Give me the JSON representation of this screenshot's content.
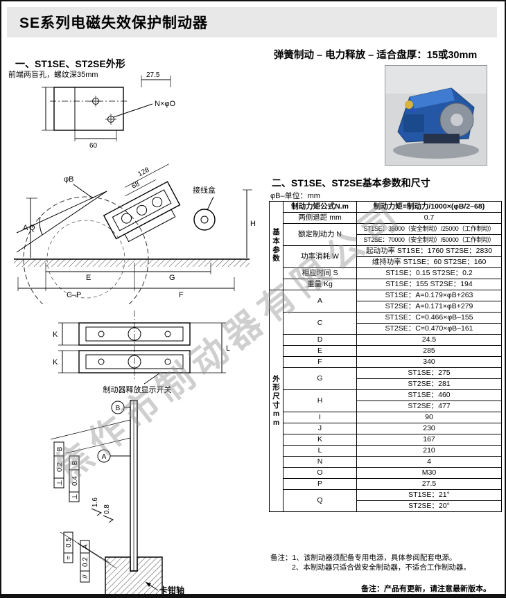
{
  "page": {
    "title": "SE系列电磁失效保护制动器",
    "watermark": "焦作市制动器有限公司"
  },
  "left": {
    "section_title": "一、ST1SE、ST2SE外形",
    "drawing1": {
      "note": "前端两盲孔，螺纹深35mm",
      "dim_27_5": "27.5",
      "holes_label": "N×φO",
      "dim_60": "60"
    },
    "drawing2": {
      "phi_b": "φB",
      "angle_q": "Q",
      "dim_128": "128",
      "dim_68": "68",
      "junction_box": "接线盒",
      "dim_a": "A",
      "dim_h": "H",
      "dim_e": "E",
      "dim_g": "G",
      "dim_cp": "C–P",
      "dim_f": "F"
    },
    "drawing3": {
      "dim_k": "K",
      "dim_l": "L",
      "switch_label": "制动器释放显示开关"
    },
    "drawing4": {
      "datum_b": "B",
      "datum_a": "A",
      "tol1_sym": "⊥",
      "tol1_val": "0.2",
      "tol1_ref": "B",
      "tol2_sym": "⊥",
      "tol2_val": "0.4",
      "tol2_ref": "B",
      "finish1": "1.6",
      "finish2": "0.8",
      "tol3_sym": "=",
      "tol3_val": "0.5",
      "tol4_sym": "//",
      "tol4_val": "0.2",
      "tol4_ref": "A",
      "shaft_label": "卡钳轴"
    }
  },
  "right": {
    "headline": "弹簧制动 – 电力释放 – 适合盘厚：15或30mm",
    "section_title": "二、ST1SE、ST2SE基本参数和尺寸",
    "unit_note": "φB–单位：mm",
    "table": {
      "groups": [
        {
          "header": "基本参数",
          "rows": [
            {
              "label": "制动力矩公式N.m",
              "values": [
                "制动力矩=制动力/1000×(φB/2–68)"
              ]
            },
            {
              "label": "两侧退距 mm",
              "values": [
                "0.7"
              ]
            },
            {
              "label": "额定制动力 N",
              "values": [
                "ST1SE：35000（安全制动）/25000（工作制动）",
                "ST2SE：70000（安全制动）/50000（工作制动）"
              ]
            },
            {
              "label": "功率消耗 W",
              "values": [
                "起动功率 ST1SE：1760 ST2SE：2830",
                "维持功率 ST1SE：60 ST2SE：160"
              ]
            },
            {
              "label": "相应时间 S",
              "values": [
                "ST1SE：0.15  ST2SE：0.2"
              ]
            },
            {
              "label": "重量 Kg",
              "values": [
                "ST1SE：155  ST2SE：194"
              ]
            }
          ]
        },
        {
          "header": "外形尺寸mm",
          "rows": [
            {
              "label": "A",
              "values": [
                "ST1SE：A=0.179×φB+263",
                "ST2SE：A=0.171×φB+279"
              ]
            },
            {
              "label": "C",
              "values": [
                "ST1SE：C=0.466×φB–155",
                "ST2SE：C=0.470×φB–161"
              ]
            },
            {
              "label": "D",
              "values": [
                "24.5"
              ]
            },
            {
              "label": "E",
              "values": [
                "285"
              ]
            },
            {
              "label": "F",
              "values": [
                "340"
              ]
            },
            {
              "label": "G",
              "values": [
                "ST1SE：275",
                "ST2SE：281"
              ]
            },
            {
              "label": "H",
              "values": [
                "ST1SE：460",
                "ST2SE：477"
              ]
            },
            {
              "label": "I",
              "values": [
                "90"
              ]
            },
            {
              "label": "J",
              "values": [
                "230"
              ]
            },
            {
              "label": "K",
              "values": [
                "167"
              ]
            },
            {
              "label": "L",
              "values": [
                "210"
              ]
            },
            {
              "label": "N",
              "values": [
                "4"
              ]
            },
            {
              "label": "O",
              "values": [
                "M30"
              ]
            },
            {
              "label": "P",
              "values": [
                "27.5"
              ]
            },
            {
              "label": "Q",
              "values": [
                "ST1SE：21°",
                "ST2SE：20°"
              ]
            }
          ]
        }
      ]
    },
    "notes": [
      "备注：1、该制动器须配备专用电源，具体参阅配套电源。",
      "2、本制动器只适合做安全制动器，不适合工作制动器。"
    ],
    "version_note": "备注：产品有更新，请注意最新版本。"
  }
}
